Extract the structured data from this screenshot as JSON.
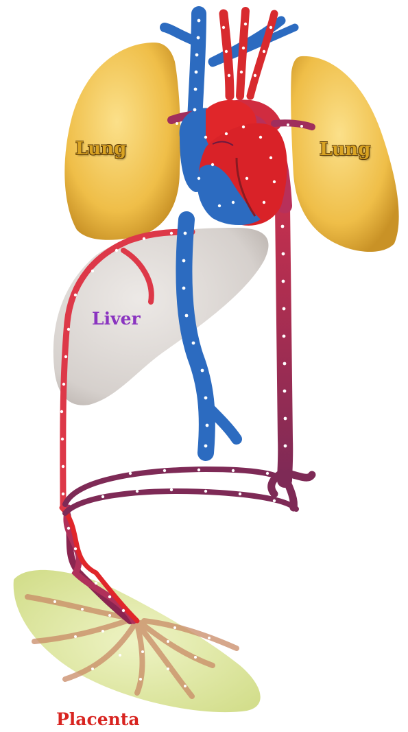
{
  "labels": {
    "lung_left": "Lung",
    "lung_right": "Lung",
    "liver": "Liver",
    "placenta": "Placenta"
  },
  "colors": {
    "lung": "#f0c24e",
    "liver": "#d4ceca",
    "placenta": "#dfe8a0",
    "oxygenated": "#e0262a",
    "deoxygenated": "#2a6bc4",
    "mixed": "#8e2a5a",
    "lung_text": "#d9a322",
    "liver_text": "#8a34c0",
    "placenta_text": "#d82420"
  }
}
